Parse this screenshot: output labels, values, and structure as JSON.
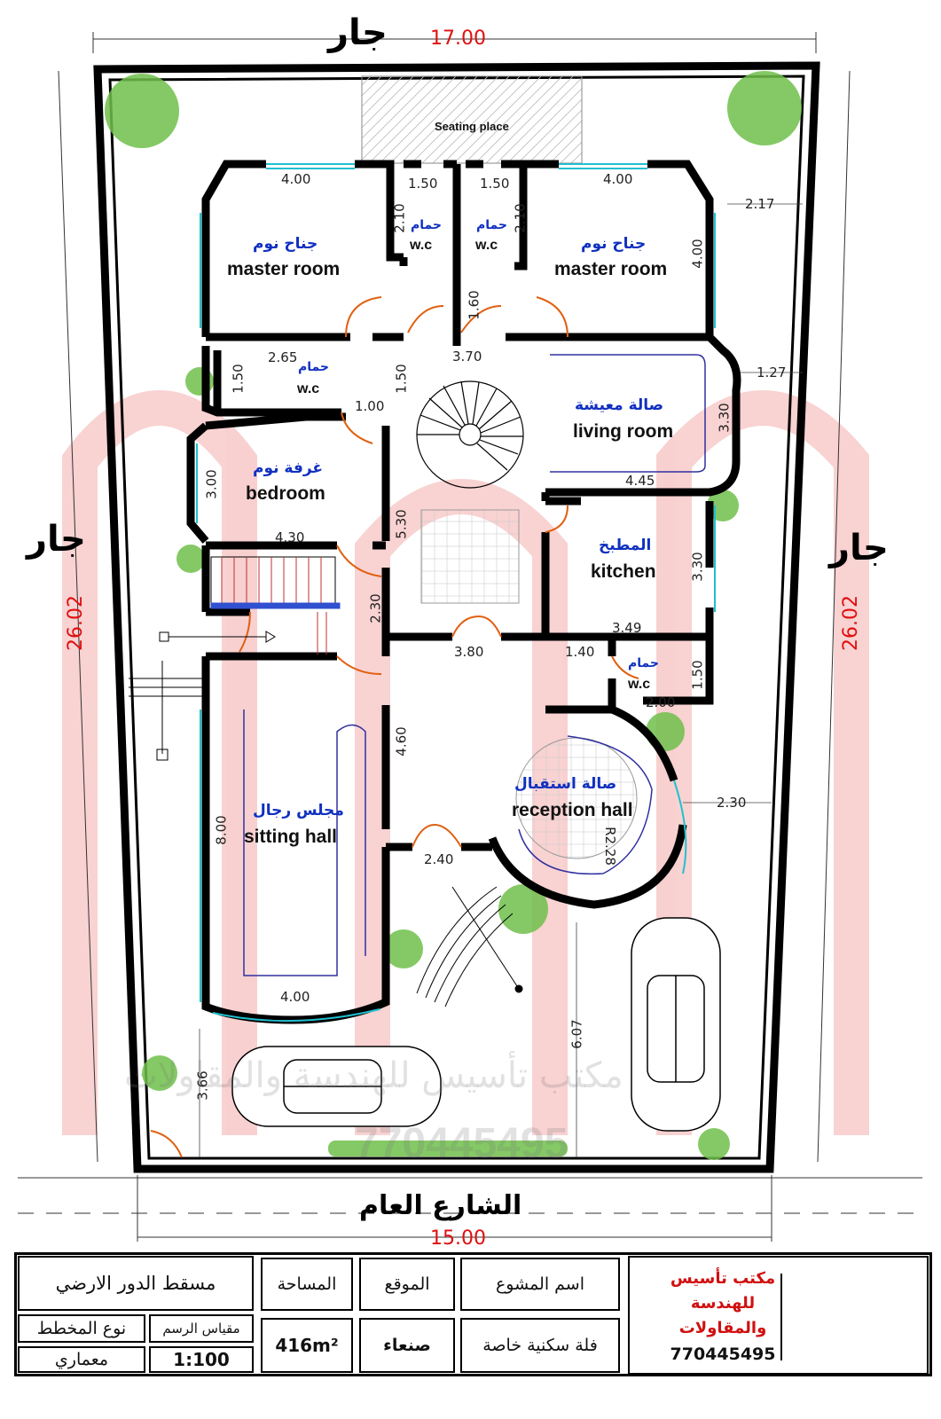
{
  "neighbors": {
    "top": "جار",
    "left": "جار",
    "right": "جار"
  },
  "street": "الشارع العام",
  "seating_place": "Seating place",
  "outer_dims": {
    "top": "17.00",
    "bottom": "15.00",
    "left": "26.02",
    "right": "26.02"
  },
  "rooms": {
    "master_left": {
      "ar": "جناح نوم",
      "en": "master room"
    },
    "master_right": {
      "ar": "جناح نوم",
      "en": "master room"
    },
    "wc_top_left": {
      "ar": "حمام",
      "en": "w.c"
    },
    "wc_top_right": {
      "ar": "حمام",
      "en": "w.c"
    },
    "wc_mid": {
      "ar": "حمام",
      "en": "w.c"
    },
    "wc_kitchen": {
      "ar": "حمام",
      "en": "w.c"
    },
    "bedroom": {
      "ar": "غرفة نوم",
      "en": "bedroom"
    },
    "living": {
      "ar": "صالة معيشة",
      "en": "living room"
    },
    "kitchen": {
      "ar": "المطبخ",
      "en": "kitchen"
    },
    "sitting": {
      "ar": "مجلس رجال",
      "en": "sitting hall"
    },
    "reception": {
      "ar": "صالة استقبال",
      "en": "reception hall"
    }
  },
  "dims": {
    "d1": "4.00",
    "d2": "1.50",
    "d3": "1.50",
    "d4": "4.00",
    "d5": "2.17",
    "d6": "2.10",
    "d7": "2.10",
    "d8": "4.00",
    "d9": "1.60",
    "d10": "2.65",
    "d11": "1.50",
    "d12": "1.50",
    "d13": "3.70",
    "d14": "1.27",
    "d15": "1.00",
    "d16": "3.30",
    "d17": "3.00",
    "d18": "4.45",
    "d19": "4.30",
    "d20": "5.30",
    "d21": "3.30",
    "d22": "2.30",
    "d23": "3.49",
    "d24": "3.80",
    "d25": "1.40",
    "d26": "1.50",
    "d27": "2.00",
    "d28": "4.60",
    "d29": "2.30",
    "d30": "8.00",
    "d31": "2.40",
    "d32": "R2.28",
    "d33": "6.07",
    "d34": "4.00",
    "d35": "3.66"
  },
  "watermark": {
    "ar": "مكتب تأسيس للهندسة والمقاولات",
    "num": "770445495"
  },
  "title_block": {
    "plan_title": "مسقط الدور الارضي",
    "area_label": "المساحة",
    "location_label": "الموقع",
    "project_label": "اسم المشوع",
    "plan_type_label": "نوع المخطط",
    "scale_label": "مقياس الرسم",
    "area_value": "416m²",
    "location_value": "صنعاء",
    "project_value": "فلة سكنية خاصة",
    "plan_type_value": "معماري",
    "scale_value": "1:100",
    "company": "مكتب تأسيس للهندسة والمقاولات",
    "phone": "770445495"
  }
}
